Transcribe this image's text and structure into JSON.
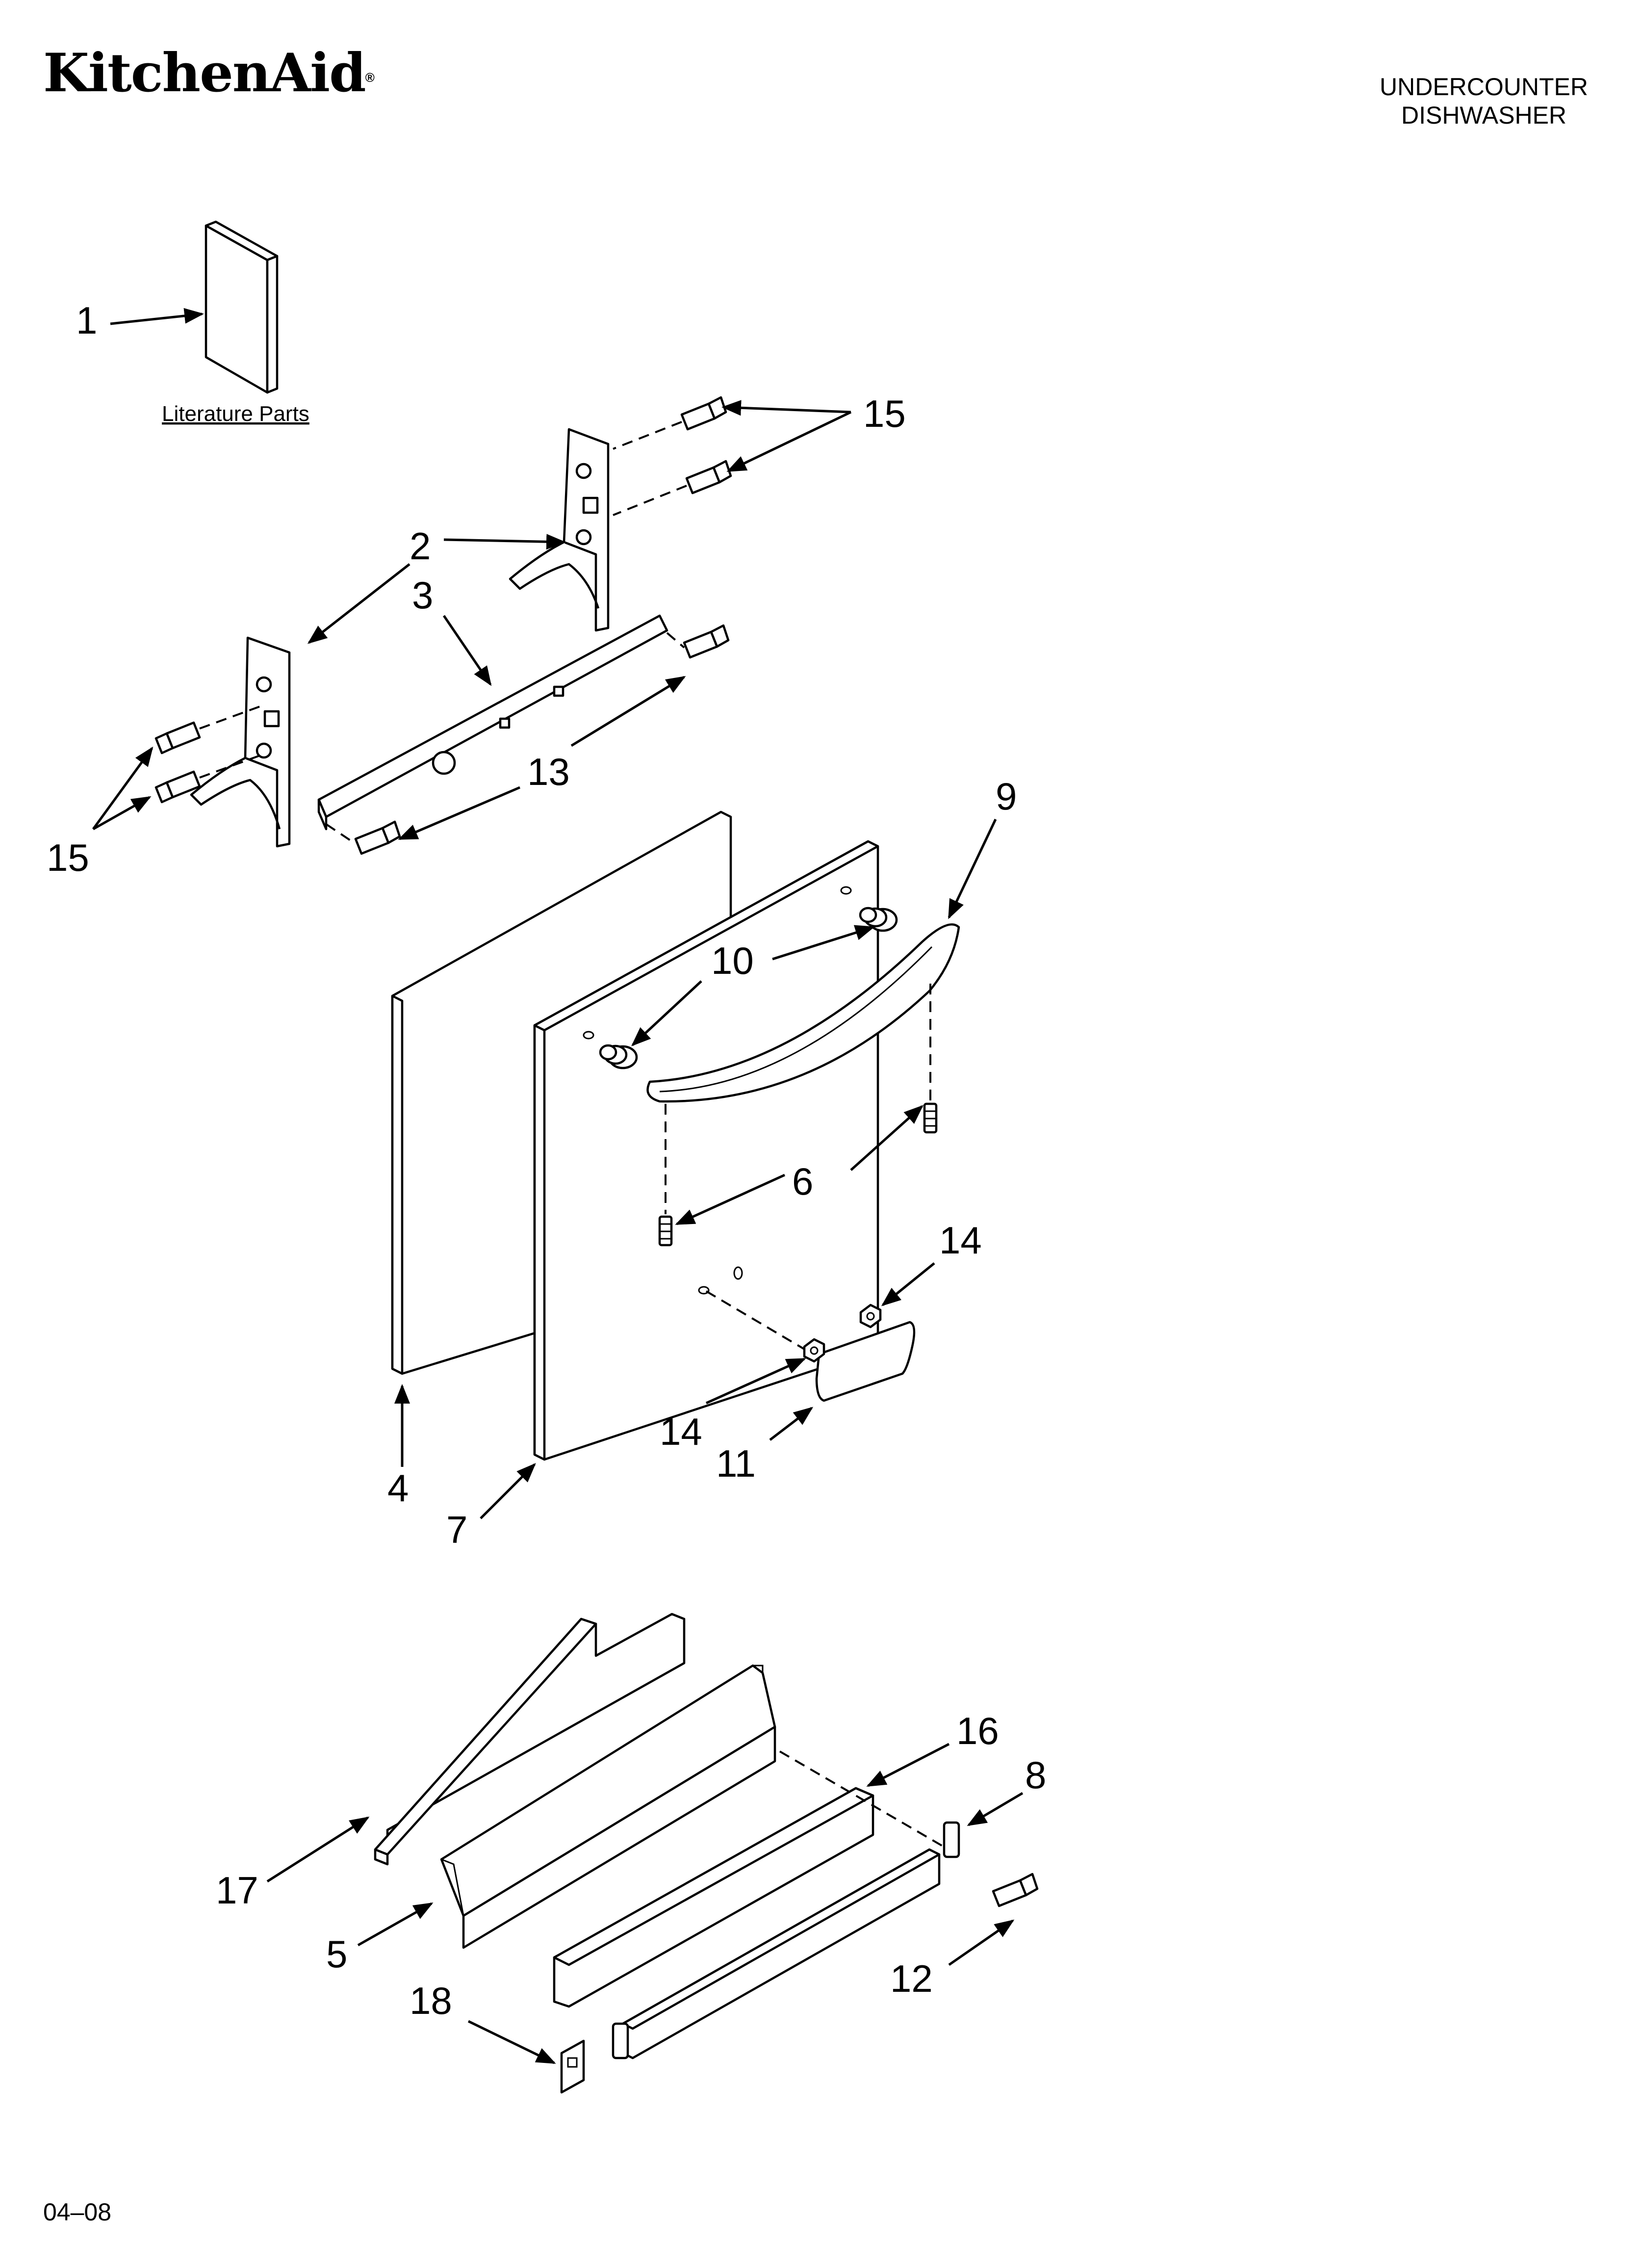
{
  "header": {
    "brand": "KitchenAid",
    "brand_mark": "®",
    "product_line1": "UNDERCOUNTER",
    "product_line2": "DISHWASHER"
  },
  "footer": {
    "date_code": "04–08"
  },
  "literature_label": "Literature Parts",
  "callouts": {
    "c1": "1",
    "c2": "2",
    "c3": "3",
    "c4": "4",
    "c5": "5",
    "c6": "6",
    "c7": "7",
    "c8": "8",
    "c9": "9",
    "c10": "10",
    "c11": "11",
    "c12": "12",
    "c13": "13",
    "c14a": "14",
    "c14b": "14",
    "c15a": "15",
    "c15b": "15",
    "c16": "16",
    "c17": "17",
    "c18": "18"
  }
}
